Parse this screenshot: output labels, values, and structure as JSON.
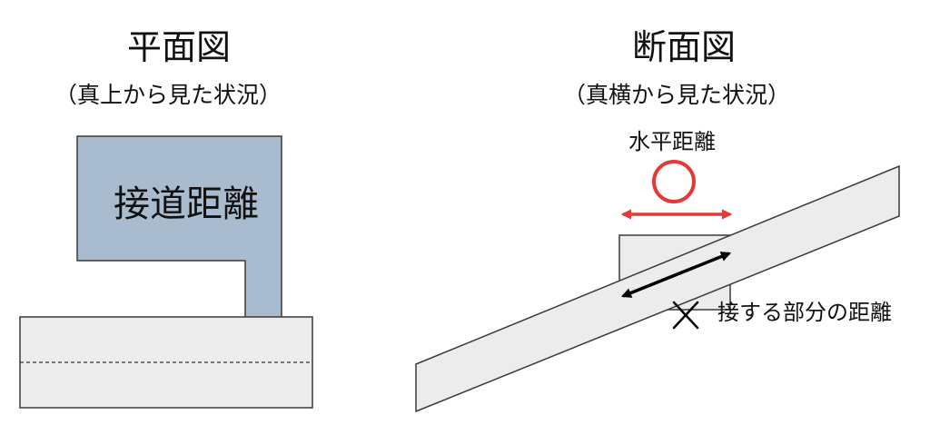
{
  "plan": {
    "title": "平面図",
    "subtitle": "（真上から見た状況）",
    "lot_label": "接道距離"
  },
  "section": {
    "title": "断面図",
    "subtitle": "（真横から見た状況）",
    "horizontal_label": "水平距離",
    "contact_label": "接する部分の距離",
    "correct_mark": "〇",
    "incorrect_mark": "×"
  },
  "colors": {
    "lot_fill": "#a9bccf",
    "road_fill": "#ececec",
    "outline": "#3a3a3a",
    "correct_arrow": "#e53935",
    "incorrect_arrow": "#000000"
  }
}
